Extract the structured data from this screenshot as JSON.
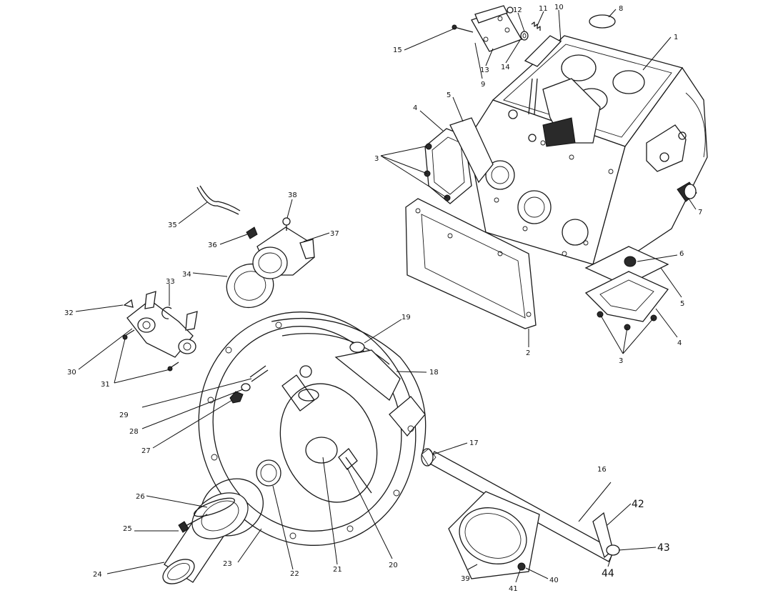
{
  "diagram": {
    "labels": [
      {
        "id": "l1",
        "text": "1"
      },
      {
        "id": "l2",
        "text": "2"
      },
      {
        "id": "l3a",
        "text": "3"
      },
      {
        "id": "l3b",
        "text": "3"
      },
      {
        "id": "l4a",
        "text": "4"
      },
      {
        "id": "l4b",
        "text": "4"
      },
      {
        "id": "l5a",
        "text": "5"
      },
      {
        "id": "l5b",
        "text": "5"
      },
      {
        "id": "l6",
        "text": "6"
      },
      {
        "id": "l7",
        "text": "7"
      },
      {
        "id": "l8",
        "text": "8"
      },
      {
        "id": "l9",
        "text": "9"
      },
      {
        "id": "l10",
        "text": "10"
      },
      {
        "id": "l11",
        "text": "11"
      },
      {
        "id": "l12",
        "text": "12"
      },
      {
        "id": "l13",
        "text": "13"
      },
      {
        "id": "l14",
        "text": "14"
      },
      {
        "id": "l15",
        "text": "15"
      },
      {
        "id": "l16",
        "text": "16"
      },
      {
        "id": "l17",
        "text": "17"
      },
      {
        "id": "l18",
        "text": "18"
      },
      {
        "id": "l19",
        "text": "19"
      },
      {
        "id": "l20",
        "text": "20"
      },
      {
        "id": "l21",
        "text": "21"
      },
      {
        "id": "l22",
        "text": "22"
      },
      {
        "id": "l23",
        "text": "23"
      },
      {
        "id": "l24",
        "text": "24"
      },
      {
        "id": "l25",
        "text": "25"
      },
      {
        "id": "l26",
        "text": "26"
      },
      {
        "id": "l27",
        "text": "27"
      },
      {
        "id": "l28",
        "text": "28"
      },
      {
        "id": "l29",
        "text": "29"
      },
      {
        "id": "l30",
        "text": "30"
      },
      {
        "id": "l31",
        "text": "31"
      },
      {
        "id": "l32",
        "text": "32"
      },
      {
        "id": "l33",
        "text": "33"
      },
      {
        "id": "l34",
        "text": "34"
      },
      {
        "id": "l35",
        "text": "35"
      },
      {
        "id": "l36",
        "text": "36"
      },
      {
        "id": "l37",
        "text": "37"
      },
      {
        "id": "l38",
        "text": "38"
      },
      {
        "id": "l39",
        "text": "39"
      },
      {
        "id": "l40",
        "text": "40"
      },
      {
        "id": "l41",
        "text": "41"
      },
      {
        "id": "l42",
        "text": "42"
      },
      {
        "id": "l43",
        "text": "43"
      },
      {
        "id": "l44",
        "text": "44"
      }
    ]
  }
}
